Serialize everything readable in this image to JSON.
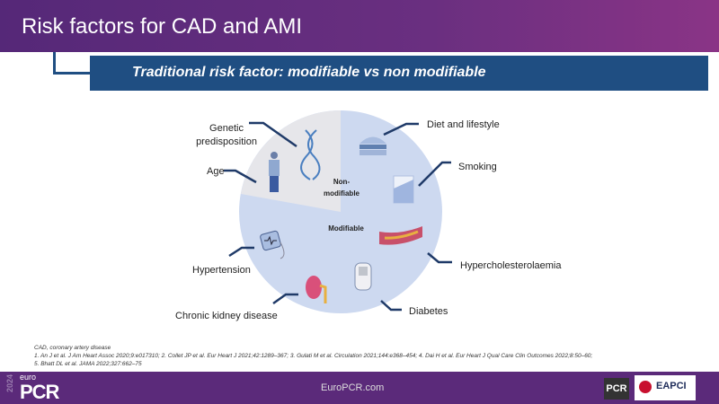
{
  "header": {
    "title": "Risk factors for CAD and AMI"
  },
  "banner": {
    "title": "Traditional risk factor: modifiable vs non modifiable"
  },
  "diagram": {
    "segments": [
      {
        "label": "Non-\nmodifiable",
        "line1": "Non-",
        "line2": "modifiable",
        "color": "#e6e6ea"
      },
      {
        "label": "Modifiable",
        "color": "#cdd9f0"
      }
    ],
    "factors": {
      "genetic": {
        "line1": "Genetic",
        "line2": "predisposition",
        "icon": "dna-icon"
      },
      "age": {
        "label": "Age",
        "icon": "elderly-person-icon"
      },
      "diet": {
        "label": "Diet and lifestyle",
        "icon": "burger-icon"
      },
      "smoking": {
        "label": "Smoking",
        "icon": "cigarette-pack-icon"
      },
      "hyperchol": {
        "label": "Hypercholesterolaemia",
        "icon": "artery-plaque-icon"
      },
      "diabetes": {
        "label": "Diabetes",
        "icon": "glucometer-icon"
      },
      "ckd": {
        "label": "Chronic kidney disease",
        "icon": "kidney-icon"
      },
      "hypertension": {
        "label": "Hypertension",
        "icon": "blood-pressure-monitor-icon"
      }
    },
    "line_color": "#1f3a68"
  },
  "references": {
    "abbrev": "CAD, coronary artery disease",
    "line1": "1. An J et al. J Am Heart Assoc 2020;9:e017310; 2. Collet JP et al. Eur Heart J 2021;42:1289–367; 3. Gulati M et al. Circulation 2021;144:e368–454; 4. Dai H et al. Eur Heart J Qual Care Clin Outcomes 2022;8:50–60;",
    "line2": "5. Bhatt DL et al. JAMA 2022;327:662–75"
  },
  "footer": {
    "year": "2024",
    "logo_small": "euro",
    "logo": "PCR",
    "website": "EuroPCR.com",
    "pcr_badge": "PCR",
    "eapci": "EAPCI"
  }
}
